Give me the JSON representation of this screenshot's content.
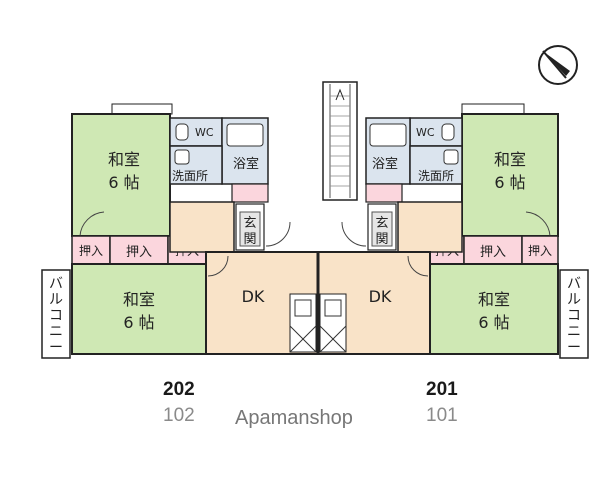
{
  "rooms": {
    "washitsu_top": [
      "和室",
      "6 帖"
    ],
    "washitsu_bottom": [
      "和室",
      "6 帖"
    ],
    "dk": "DK",
    "bath": "浴室",
    "wc": "WC",
    "washroom": "洗面所",
    "entrance": [
      "玄",
      "関"
    ],
    "closet": "押入",
    "balcony": [
      "バ",
      "ル",
      "コ",
      "ニ",
      "ー"
    ]
  },
  "units": {
    "left_upper": "202",
    "left_lower": "102",
    "right_upper": "201",
    "right_lower": "101"
  },
  "brand": "Apamanshop",
  "colors": {
    "tatami": "#cfe8b4",
    "dk_floor": "#f9e3c8",
    "closet": "#fbd6dd",
    "wet_area": "#dbe4ee",
    "wall": "#222222",
    "unit_upper": "#1a1a1a",
    "unit_lower": "#8a8a8a"
  }
}
